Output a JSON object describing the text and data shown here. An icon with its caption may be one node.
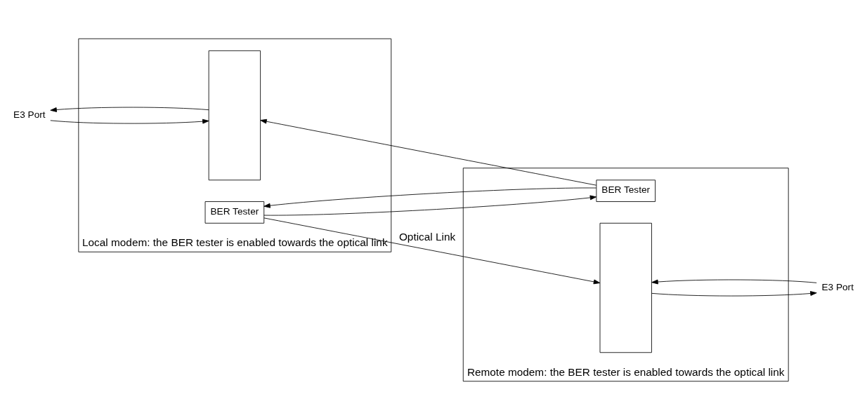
{
  "diagram": {
    "nodes": [
      {
        "text": [
          "Local modem: the BER tester is enabled towards the optical link"
        ]
      },
      {
        "text": [],
        "shape": "box",
        "in": 0
      },
      {
        "text": [
          "BER Tester"
        ],
        "in": 0
      },
      {
        "text": [
          "Remote modem: the BER tester is enabled towards the optical link"
        ]
      },
      {
        "text": [],
        "shape": "box",
        "in": 3
      },
      {
        "text": [
          "BER Tester"
        ],
        "in": 3
      },
      {
        "text": [
          "E3 Port"
        ]
      },
      {
        "text": [
          "E3 Port"
        ]
      }
    ],
    "edges": [
      {
        "from": 6,
        "to": 1,
        "arrow": "to"
      },
      {
        "from": 1,
        "to": 6,
        "arrow": "to"
      },
      {
        "from": 2,
        "to": 4,
        "arrow": "to",
        "label": "Optical Link"
      },
      {
        "from": 2,
        "to": 5,
        "arrow": "to"
      },
      {
        "from": 5,
        "to": 1,
        "arrow": "to"
      },
      {
        "from": 5,
        "to": 2,
        "arrow": "to"
      },
      {
        "from": 4,
        "to": 7,
        "arrow": "to"
      },
      {
        "from": 7,
        "to": 4,
        "arrow": "to"
      }
    ]
  }
}
